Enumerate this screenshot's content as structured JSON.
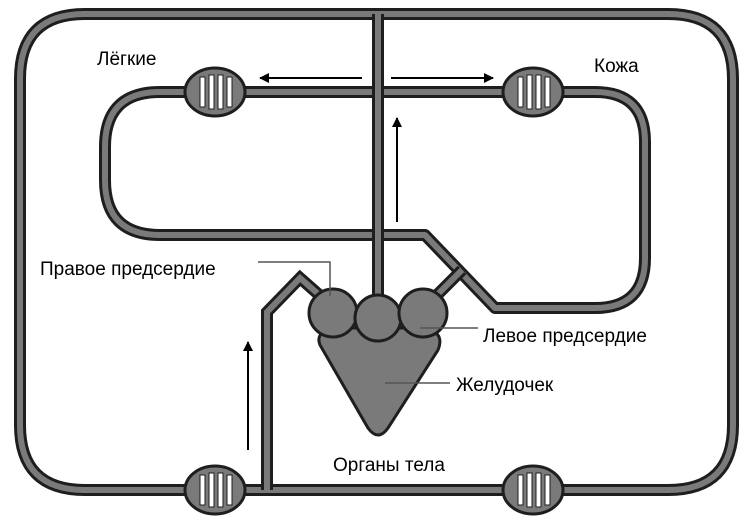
{
  "labels": {
    "lungs": "Лёгкие",
    "skin": "Кожа",
    "right_atrium": "Правое предсердие",
    "left_atrium": "Левое предсердие",
    "ventricle": "Желудочек",
    "body_organs": "Органы тела"
  },
  "colors": {
    "vessel_fill": "#7a7a7a",
    "outline": "#1e1e1e",
    "background": "#ffffff"
  }
}
